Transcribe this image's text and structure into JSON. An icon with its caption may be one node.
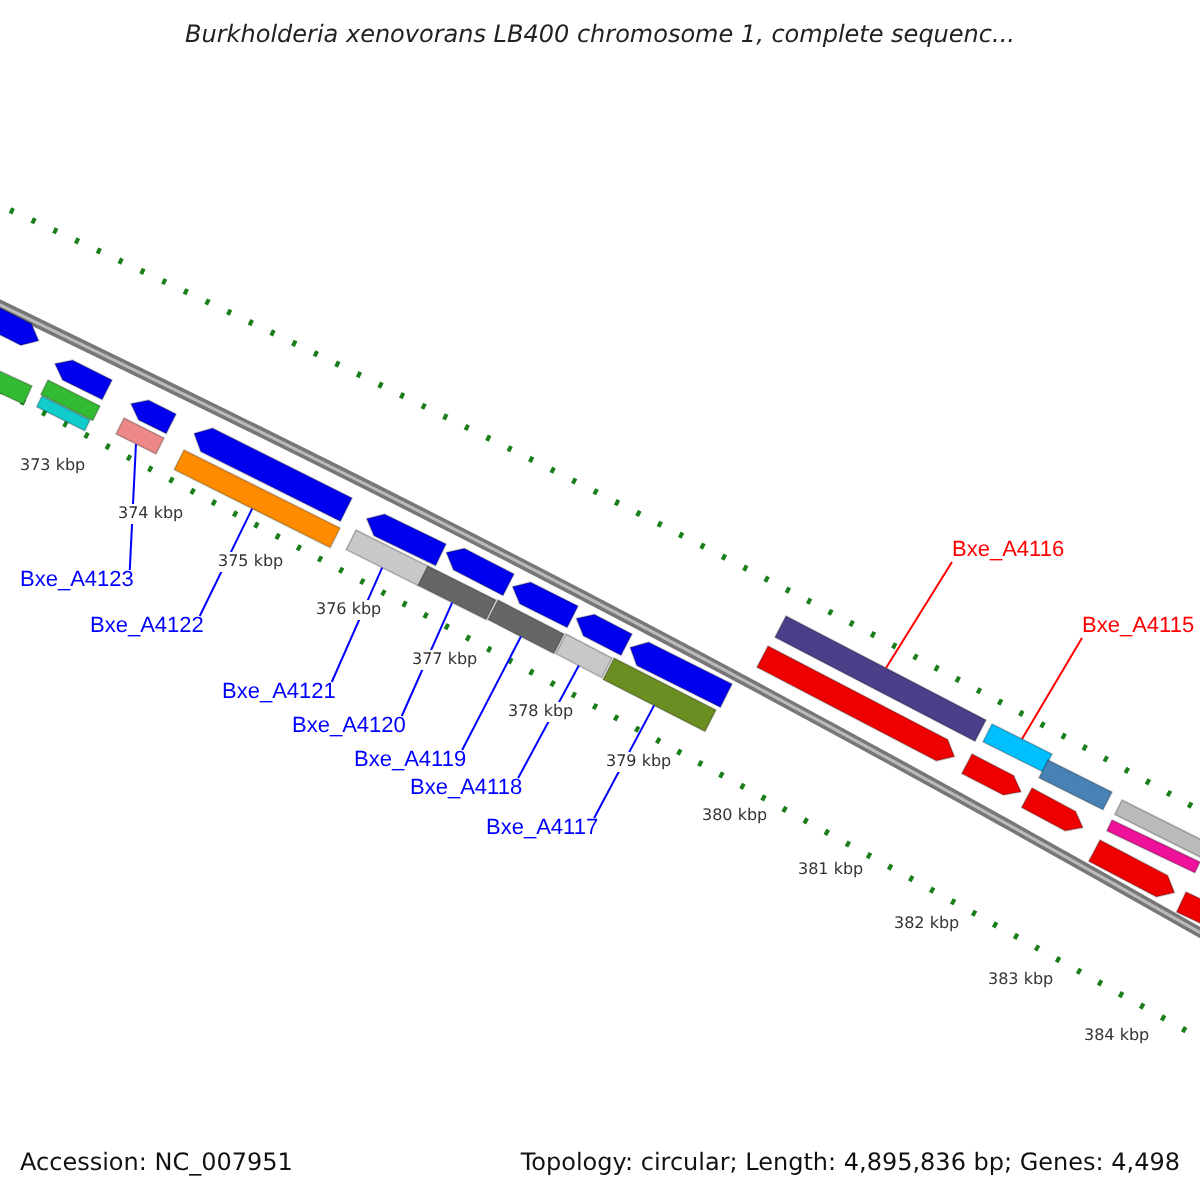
{
  "diagram": {
    "title": "Burkholderia xenovorans LB400 chromosome 1, complete sequenc...",
    "nodes": [
      {
        "text": [
          "Bxe_A4123"
        ]
      },
      {
        "text": [
          "Bxe_A4122"
        ]
      },
      {
        "text": [
          "Bxe_A4121"
        ]
      },
      {
        "text": [
          "Bxe_A4120"
        ]
      },
      {
        "text": [
          "Bxe_A4119"
        ]
      },
      {
        "text": [
          "Bxe_A4118"
        ]
      },
      {
        "text": [
          "Bxe_A4117"
        ]
      },
      {
        "text": [
          "Bxe_A4116"
        ]
      },
      {
        "text": [
          "Bxe_A4115"
        ]
      },
      {
        "text": [],
        "shape": "bar"
      },
      {
        "text": [],
        "shape": "bar"
      },
      {
        "text": [],
        "shape": "bar"
      },
      {
        "text": [],
        "shape": "bar"
      },
      {
        "text": [],
        "shape": "bar"
      },
      {
        "text": [],
        "shape": "bar"
      },
      {
        "text": [],
        "shape": "bar"
      },
      {
        "text": [],
        "shape": "bar"
      },
      {
        "text": [],
        "shape": "bar"
      },
      {
        "text": [],
        "shape": "bar"
      },
      {
        "text": [],
        "shape": "bar"
      },
      {
        "text": [],
        "shape": "bar"
      },
      {
        "text": [],
        "shape": "bar"
      },
      {
        "text": [],
        "shape": "bar"
      },
      {
        "text": [],
        "shape": "bar"
      },
      {
        "text": [],
        "shape": "bar"
      },
      {
        "text": [],
        "shape": "bar"
      },
      {
        "text": [],
        "shape": "bar"
      },
      {
        "text": [],
        "shape": "bar"
      },
      {
        "text": [],
        "shape": "bar"
      },
      {
        "text": [],
        "shape": "bar"
      },
      {
        "text": [],
        "shape": "bar"
      },
      {
        "text": [],
        "shape": "bar"
      },
      {
        "text": [],
        "shape": "bar"
      },
      {
        "text": [],
        "shape": "bar"
      },
      {
        "text": [],
        "shape": "bar"
      },
      {
        "text": [],
        "shape": "bar"
      },
      {
        "text": [],
        "shape": "bar"
      },
      {
        "text": [],
        "shape": "bar"
      }
    ],
    "edges": [
      {
        "from": 0,
        "to": 14,
        "arrow": "none"
      },
      {
        "from": 1,
        "to": 16,
        "arrow": "none"
      },
      {
        "from": 2,
        "to": 18,
        "arrow": "none"
      },
      {
        "from": 3,
        "to": 20,
        "arrow": "none"
      },
      {
        "from": 4,
        "to": 22,
        "arrow": "none"
      },
      {
        "from": 5,
        "to": 24,
        "arrow": "none"
      },
      {
        "from": 6,
        "to": 26,
        "arrow": "none"
      },
      {
        "from": 7,
        "to": 29,
        "arrow": "none",
        "color": "#ff0000"
      },
      {
        "from": 8,
        "to": 31,
        "arrow": "none",
        "color": "#ff0000"
      }
    ],
    "labels": [
      "373 kbp",
      "374 kbp",
      "375 kbp",
      "376 kbp",
      "377 kbp",
      "378 kbp",
      "379 kbp",
      "380 kbp",
      "381 kbp",
      "382 kbp",
      "383 kbp",
      "384 kbp",
      "Accession: NC_007951",
      "Topology: circular; Length: 4,895,836 bp; Genes: 4,498"
    ]
  }
}
